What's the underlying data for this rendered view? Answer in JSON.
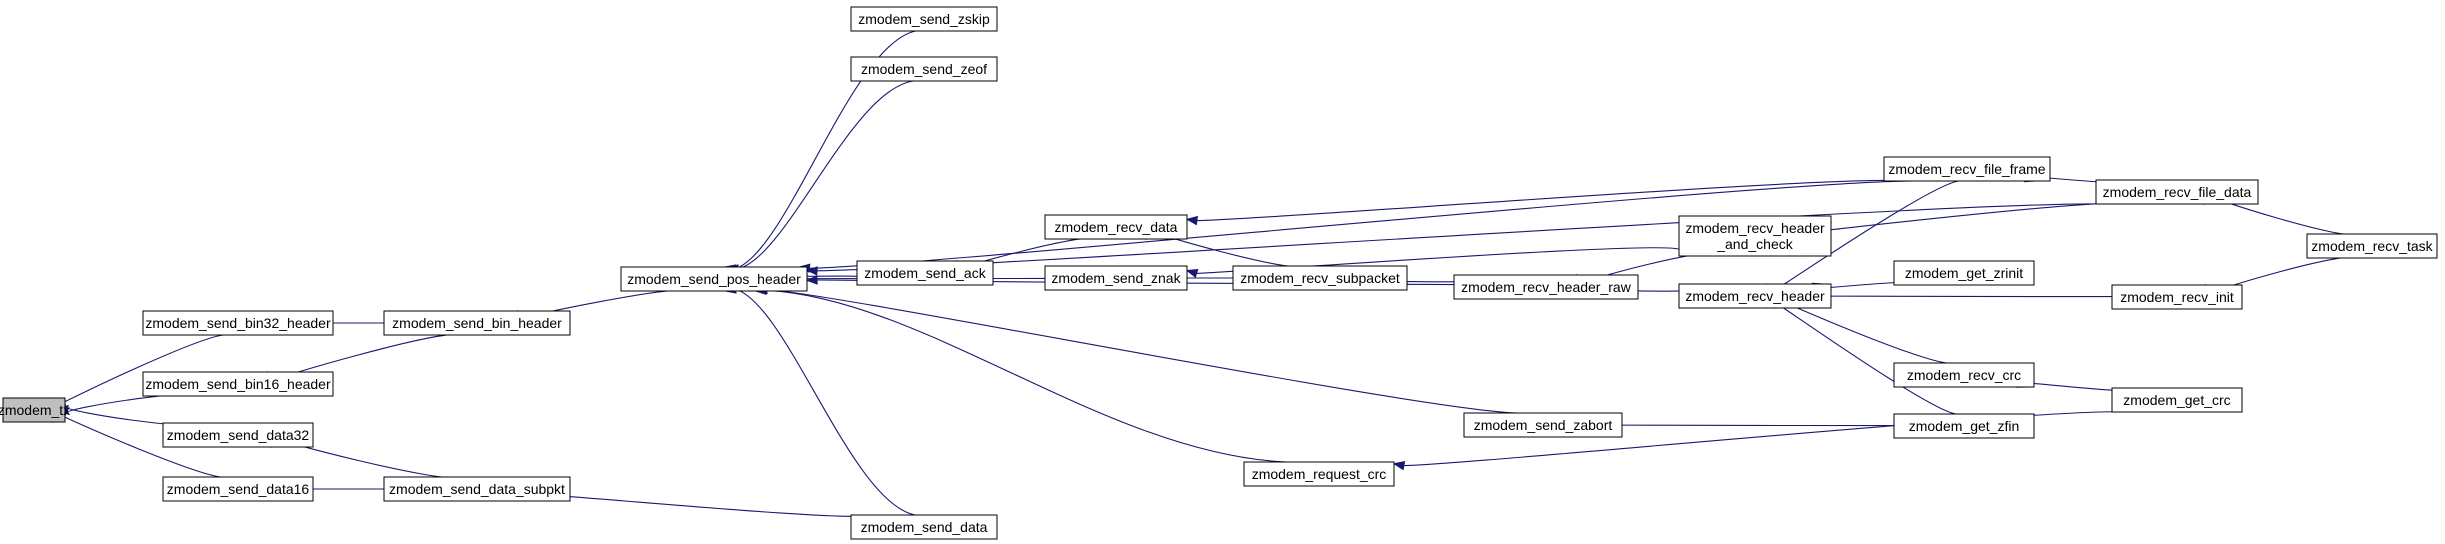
{
  "diagram": {
    "title": "",
    "colors": {
      "edge": "#191970",
      "node_border": "#000000",
      "node_fill": "#ffffff",
      "focus_fill": "#bfbfbf"
    },
    "nodes": [
      {
        "id": "zmodem_tx",
        "label": "zmodem_tx",
        "focus": true
      },
      {
        "id": "zmodem_send_bin32_header",
        "label": "zmodem_send_bin32_header"
      },
      {
        "id": "zmodem_send_bin16_header",
        "label": "zmodem_send_bin16_header"
      },
      {
        "id": "zmodem_send_data32",
        "label": "zmodem_send_data32"
      },
      {
        "id": "zmodem_send_data16",
        "label": "zmodem_send_data16"
      },
      {
        "id": "zmodem_send_bin_header",
        "label": "zmodem_send_bin_header"
      },
      {
        "id": "zmodem_send_data_subpkt",
        "label": "zmodem_send_data_subpkt"
      },
      {
        "id": "zmodem_send_pos_header",
        "label": "zmodem_send_pos_header"
      },
      {
        "id": "zmodem_send_zskip",
        "label": "zmodem_send_zskip"
      },
      {
        "id": "zmodem_send_zeof",
        "label": "zmodem_send_zeof"
      },
      {
        "id": "zmodem_send_ack",
        "label": "zmodem_send_ack"
      },
      {
        "id": "zmodem_send_data",
        "label": "zmodem_send_data"
      },
      {
        "id": "zmodem_recv_data",
        "label": "zmodem_recv_data"
      },
      {
        "id": "zmodem_send_znak",
        "label": "zmodem_send_znak"
      },
      {
        "id": "zmodem_request_crc",
        "label": "zmodem_request_crc"
      },
      {
        "id": "zmodem_recv_subpacket",
        "label": "zmodem_recv_subpacket"
      },
      {
        "id": "zmodem_recv_header_raw",
        "label": "zmodem_recv_header_raw"
      },
      {
        "id": "zmodem_send_zabort",
        "label": "zmodem_send_zabort"
      },
      {
        "id": "zmodem_recv_header_and_check",
        "label": "zmodem_recv_header\n_and_check"
      },
      {
        "id": "zmodem_recv_header",
        "label": "zmodem_recv_header"
      },
      {
        "id": "zmodem_recv_file_frame",
        "label": "zmodem_recv_file_frame"
      },
      {
        "id": "zmodem_get_zrinit",
        "label": "zmodem_get_zrinit"
      },
      {
        "id": "zmodem_recv_crc",
        "label": "zmodem_recv_crc"
      },
      {
        "id": "zmodem_get_zfin",
        "label": "zmodem_get_zfin"
      },
      {
        "id": "zmodem_recv_file_data",
        "label": "zmodem_recv_file_data"
      },
      {
        "id": "zmodem_recv_init",
        "label": "zmodem_recv_init"
      },
      {
        "id": "zmodem_get_crc",
        "label": "zmodem_get_crc"
      },
      {
        "id": "zmodem_recv_task",
        "label": "zmodem_recv_task"
      }
    ],
    "edges": [
      {
        "from": "zmodem_send_bin32_header",
        "to": "zmodem_tx"
      },
      {
        "from": "zmodem_send_bin16_header",
        "to": "zmodem_tx"
      },
      {
        "from": "zmodem_send_data32",
        "to": "zmodem_tx"
      },
      {
        "from": "zmodem_send_data16",
        "to": "zmodem_tx"
      },
      {
        "from": "zmodem_send_bin_header",
        "to": "zmodem_send_bin32_header"
      },
      {
        "from": "zmodem_send_bin_header",
        "to": "zmodem_send_bin16_header"
      },
      {
        "from": "zmodem_send_data_subpkt",
        "to": "zmodem_send_data32"
      },
      {
        "from": "zmodem_send_data_subpkt",
        "to": "zmodem_send_data16"
      },
      {
        "from": "zmodem_send_pos_header",
        "to": "zmodem_send_bin_header"
      },
      {
        "from": "zmodem_send_data",
        "to": "zmodem_send_data_subpkt"
      },
      {
        "from": "zmodem_send_zskip",
        "to": "zmodem_send_pos_header"
      },
      {
        "from": "zmodem_send_zeof",
        "to": "zmodem_send_pos_header"
      },
      {
        "from": "zmodem_send_ack",
        "to": "zmodem_send_pos_header"
      },
      {
        "from": "zmodem_send_data",
        "to": "zmodem_send_pos_header"
      },
      {
        "from": "zmodem_send_znak",
        "to": "zmodem_send_pos_header"
      },
      {
        "from": "zmodem_recv_header_raw",
        "to": "zmodem_send_pos_header"
      },
      {
        "from": "zmodem_send_zabort",
        "to": "zmodem_send_pos_header"
      },
      {
        "from": "zmodem_request_crc",
        "to": "zmodem_send_pos_header"
      },
      {
        "from": "zmodem_recv_file_frame",
        "to": "zmodem_send_pos_header"
      },
      {
        "from": "zmodem_recv_file_data",
        "to": "zmodem_send_pos_header"
      },
      {
        "from": "zmodem_recv_data",
        "to": "zmodem_send_ack"
      },
      {
        "from": "zmodem_recv_subpacket",
        "to": "zmodem_recv_data"
      },
      {
        "from": "zmodem_recv_file_frame",
        "to": "zmodem_recv_data"
      },
      {
        "from": "zmodem_recv_subpacket",
        "to": "zmodem_send_znak"
      },
      {
        "from": "zmodem_recv_header_and_check",
        "to": "zmodem_send_znak"
      },
      {
        "from": "zmodem_recv_header_raw",
        "to": "zmodem_recv_subpacket"
      },
      {
        "from": "zmodem_recv_header_and_check",
        "to": "zmodem_recv_header_raw"
      },
      {
        "from": "zmodem_recv_header",
        "to": "zmodem_recv_header_raw"
      },
      {
        "from": "zmodem_get_zfin",
        "to": "zmodem_send_zabort"
      },
      {
        "from": "zmodem_get_crc",
        "to": "zmodem_request_crc"
      },
      {
        "from": "zmodem_recv_file_data",
        "to": "zmodem_recv_header_and_check"
      },
      {
        "from": "zmodem_recv_file_frame",
        "to": "zmodem_recv_header"
      },
      {
        "from": "zmodem_get_zrinit",
        "to": "zmodem_recv_header"
      },
      {
        "from": "zmodem_recv_crc",
        "to": "zmodem_recv_header"
      },
      {
        "from": "zmodem_get_zfin",
        "to": "zmodem_recv_header"
      },
      {
        "from": "zmodem_recv_init",
        "to": "zmodem_recv_header"
      },
      {
        "from": "zmodem_recv_file_data",
        "to": "zmodem_recv_file_frame"
      },
      {
        "from": "zmodem_get_crc",
        "to": "zmodem_recv_crc"
      },
      {
        "from": "zmodem_recv_task",
        "to": "zmodem_recv_file_data"
      },
      {
        "from": "zmodem_recv_task",
        "to": "zmodem_recv_init"
      }
    ]
  }
}
